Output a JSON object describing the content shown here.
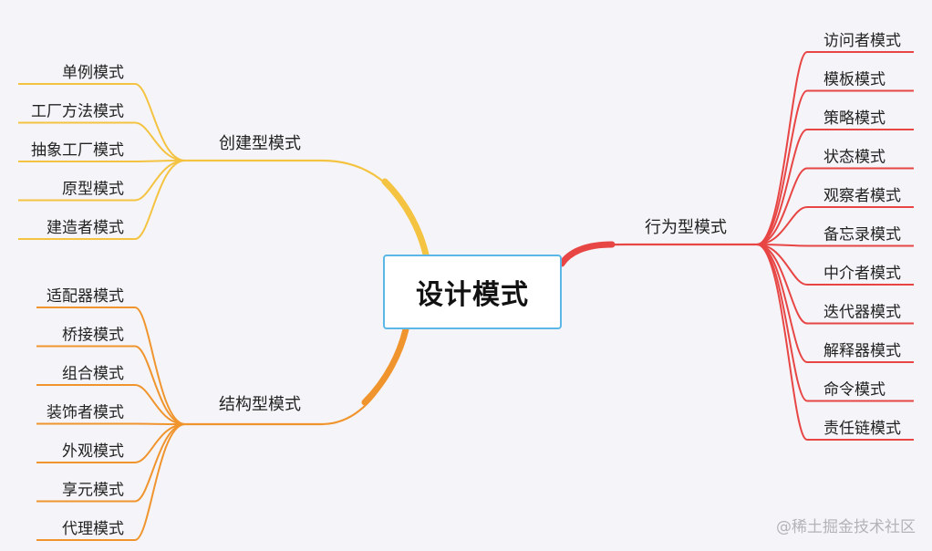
{
  "root": {
    "label": "设计模式"
  },
  "branches": [
    {
      "id": "creational",
      "label": "创建型模式",
      "color": "#f5c342",
      "side": "left",
      "leaves": [
        "单例模式",
        "工厂方法模式",
        "抽象工厂模式",
        "原型模式",
        "建造者模式"
      ]
    },
    {
      "id": "structural",
      "label": "结构型模式",
      "color": "#f0952e",
      "side": "left",
      "leaves": [
        "适配器模式",
        "桥接模式",
        "组合模式",
        "装饰者模式",
        "外观模式",
        "享元模式",
        "代理模式"
      ]
    },
    {
      "id": "behavioral",
      "label": "行为型模式",
      "color": "#e84545",
      "side": "right",
      "leaves": [
        "访问者模式",
        "模板模式",
        "策略模式",
        "状态模式",
        "观察者模式",
        "备忘录模式",
        "中介者模式",
        "迭代器模式",
        "解释器模式",
        "命令模式",
        "责任链模式"
      ]
    }
  ],
  "watermark": "@稀土掘金技术社区"
}
